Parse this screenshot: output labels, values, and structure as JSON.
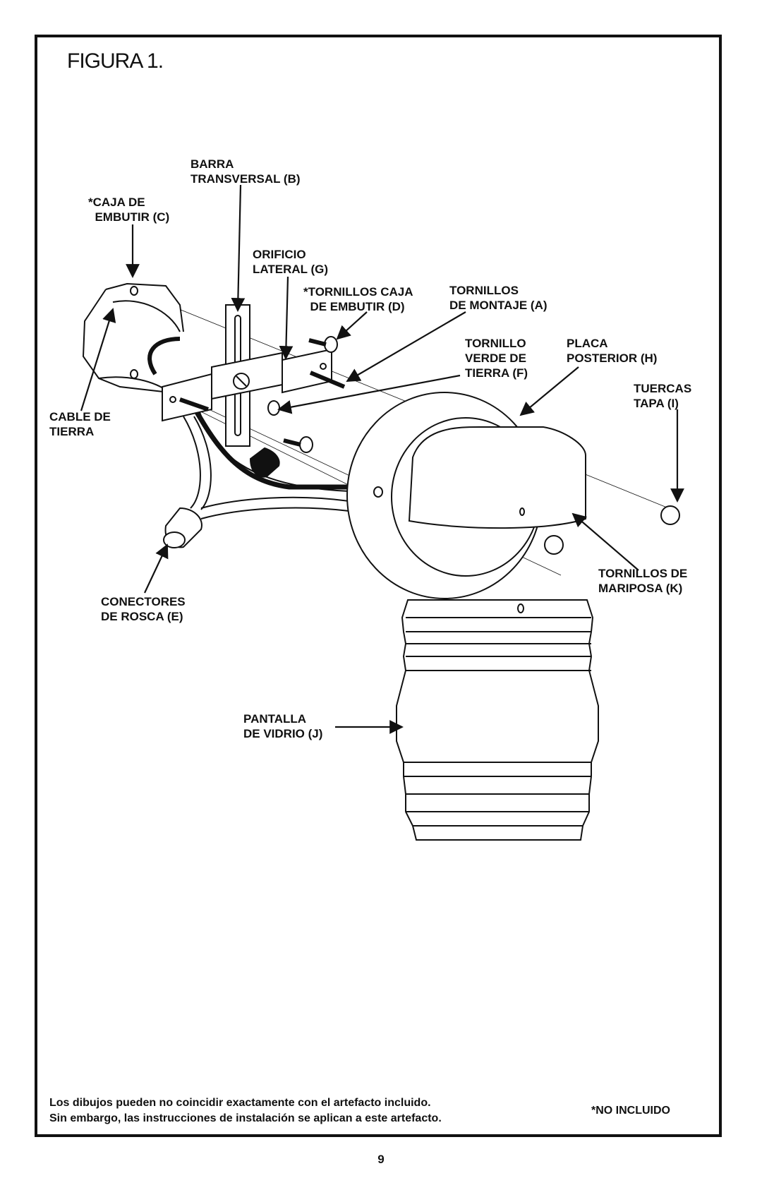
{
  "figure_title": "FIGURA 1.",
  "labels": {
    "barra": "BARRA\nTRANSVERSAL (B)",
    "caja": "*CAJA DE\n  EMBUTIR (C)",
    "orificio": "ORIFICIO\nLATERAL (G)",
    "tornillos_caja": "*TORNILLOS CAJA\n  DE EMBUTIR (D)",
    "tornillos_montaje": "TORNILLOS\nDE MONTAJE (A)",
    "tornillo_verde": "TORNILLO\nVERDE DE\nTIERRA (F)",
    "placa": "PLACA\nPOSTERIOR (H)",
    "tuercas": "TUERCAS\nTAPA (I)",
    "cable": "CABLE DE\nTIERRA",
    "conectores": "CONECTORES\nDE ROSCA (E)",
    "mariposa": "TORNILLOS DE\nMARIPOSA (K)",
    "pantalla": "PANTALLA\nDE VIDRIO (J)"
  },
  "footnote_line1": "Los dibujos pueden no coincidir exactamente con el artefacto incluido.",
  "footnote_line2": "Sin embargo, las instrucciones de instalación se aplican a este artefacto.",
  "not_included": "*NO INCLUIDO",
  "page_number": "9"
}
